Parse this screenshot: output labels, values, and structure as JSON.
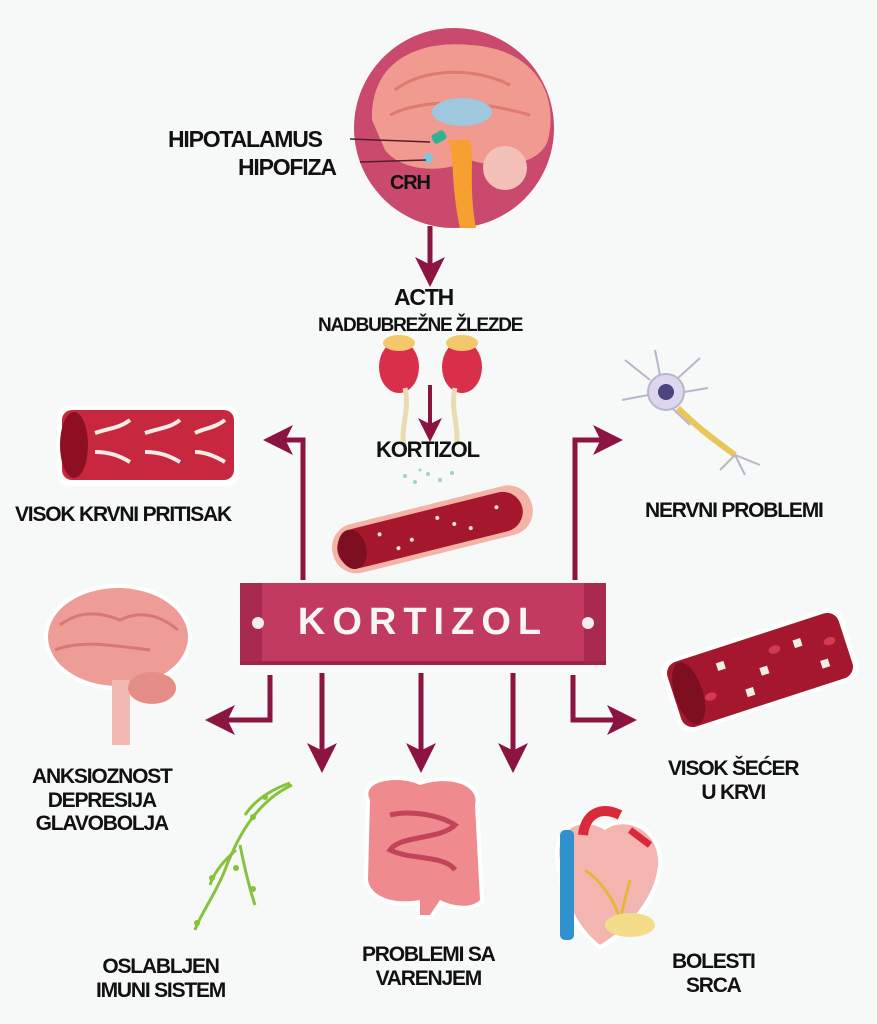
{
  "colors": {
    "arrow": "#8c1440",
    "banner": "#c33a60",
    "banner_text": "#f6f6f6",
    "brain_circle": "#c94a6c",
    "label_text": "#111111",
    "background": "#f7f8f8"
  },
  "top": {
    "hypothalamus_label": "HIPOTALAMUS",
    "pituitary_label": "HIPOFIZA",
    "crh_label": "CRH"
  },
  "middle": {
    "acth_label": "ACTH",
    "adrenal_label": "NADBUBREŽNE ŽLEZDE",
    "cortisol_small_label": "KORTIZOL"
  },
  "banner": {
    "title": "KORTIZOL"
  },
  "effects": {
    "high_blood_pressure": "VISOK KRVNI PRITISAK",
    "nerve_problems": "NERVNI PROBLEMI",
    "mental": [
      "ANKSIOZNOST",
      "DEPRESIJA",
      "GLAVOBOLJA"
    ],
    "high_blood_sugar": [
      "VISOK ŠEĆER",
      "U KRVI"
    ],
    "immune": [
      "OSLABLJEN",
      "IMUNI SISTEM"
    ],
    "digestion": [
      "PROBLEMI SA",
      "VARENJEM"
    ],
    "heart": [
      "BOLESTI",
      "SRCA"
    ]
  },
  "icons": [
    "brain-cross-section-icon",
    "kidneys-icon",
    "blood-vessel-icon",
    "neuron-icon",
    "brain-icon",
    "lymph-icon",
    "intestines-icon",
    "heart-icon"
  ]
}
